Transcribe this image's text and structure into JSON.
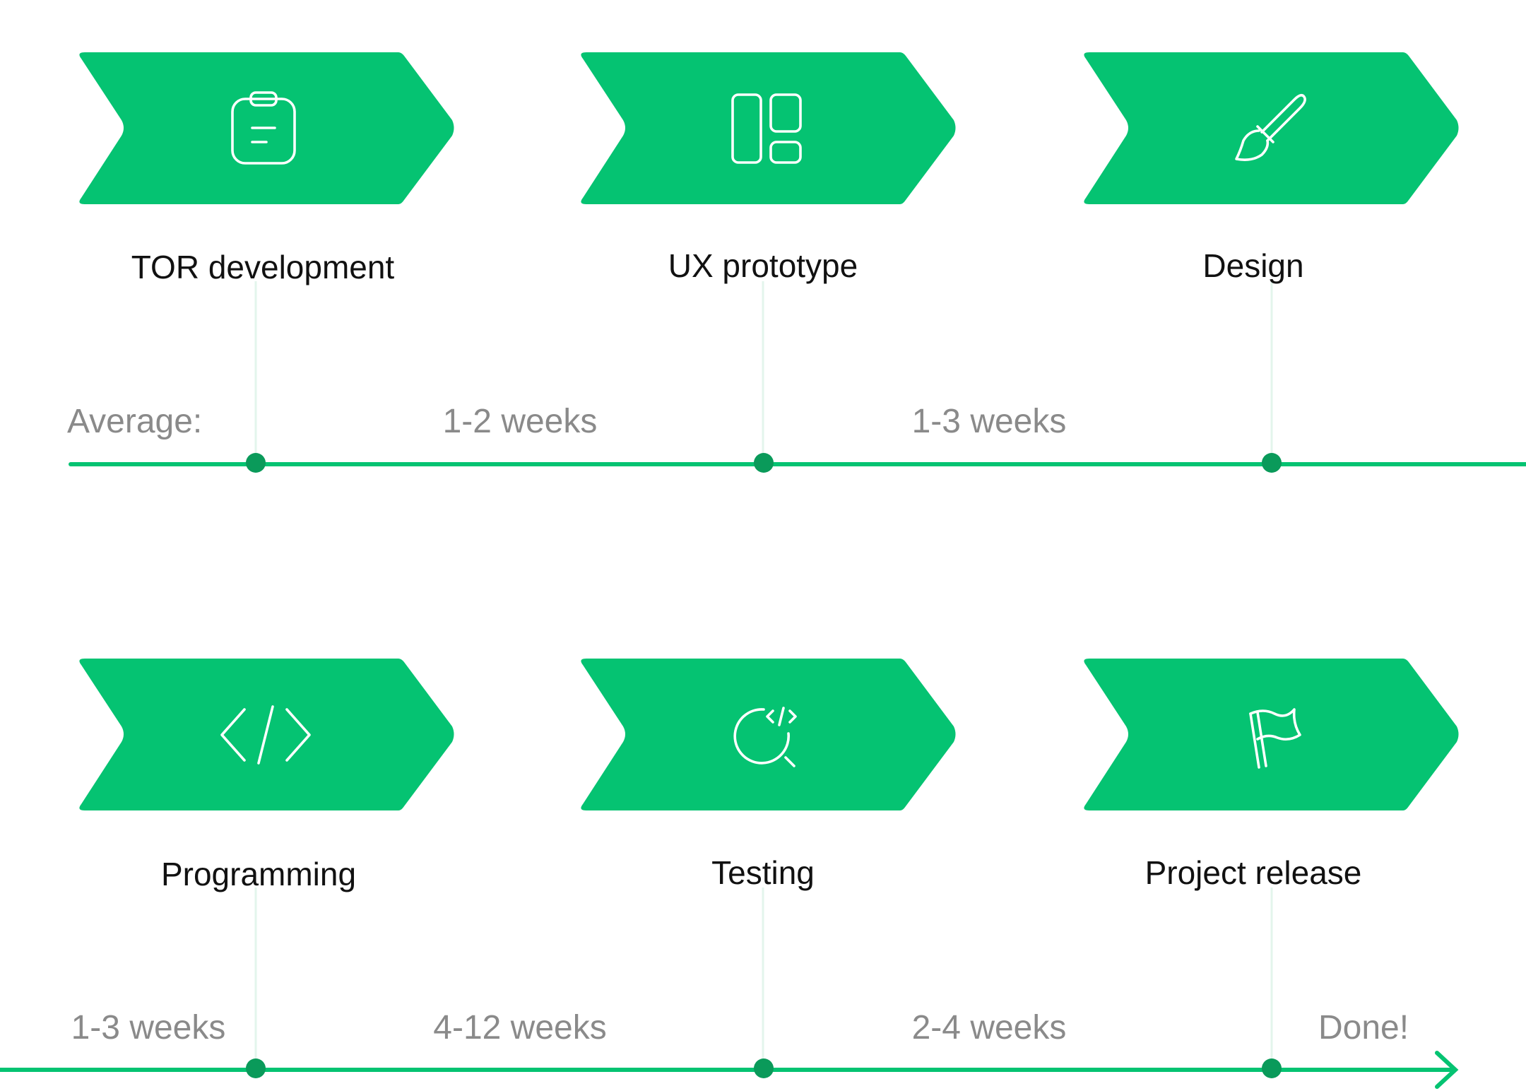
{
  "colors": {
    "accent": "#05c372",
    "dot": "#0a9a5a",
    "connector": "#e3f5ec",
    "label": "#111111",
    "muted": "#8a8a8a"
  },
  "rows": [
    {
      "stages": [
        {
          "label": "TOR development",
          "icon": "clipboard-icon"
        },
        {
          "label": "UX prototype",
          "icon": "layout-panels-icon"
        },
        {
          "label": "Design",
          "icon": "paintbrush-icon"
        }
      ],
      "durations": [
        "Average:",
        "1-2 weeks",
        "1-3 weeks"
      ]
    },
    {
      "stages": [
        {
          "label": "Programming",
          "icon": "code-brackets-icon"
        },
        {
          "label": "Testing",
          "icon": "code-search-icon"
        },
        {
          "label": "Project release",
          "icon": "flag-icon"
        }
      ],
      "durations": [
        "1-3 weeks",
        "4-12 weeks",
        "2-4 weeks",
        "Done!"
      ]
    }
  ]
}
